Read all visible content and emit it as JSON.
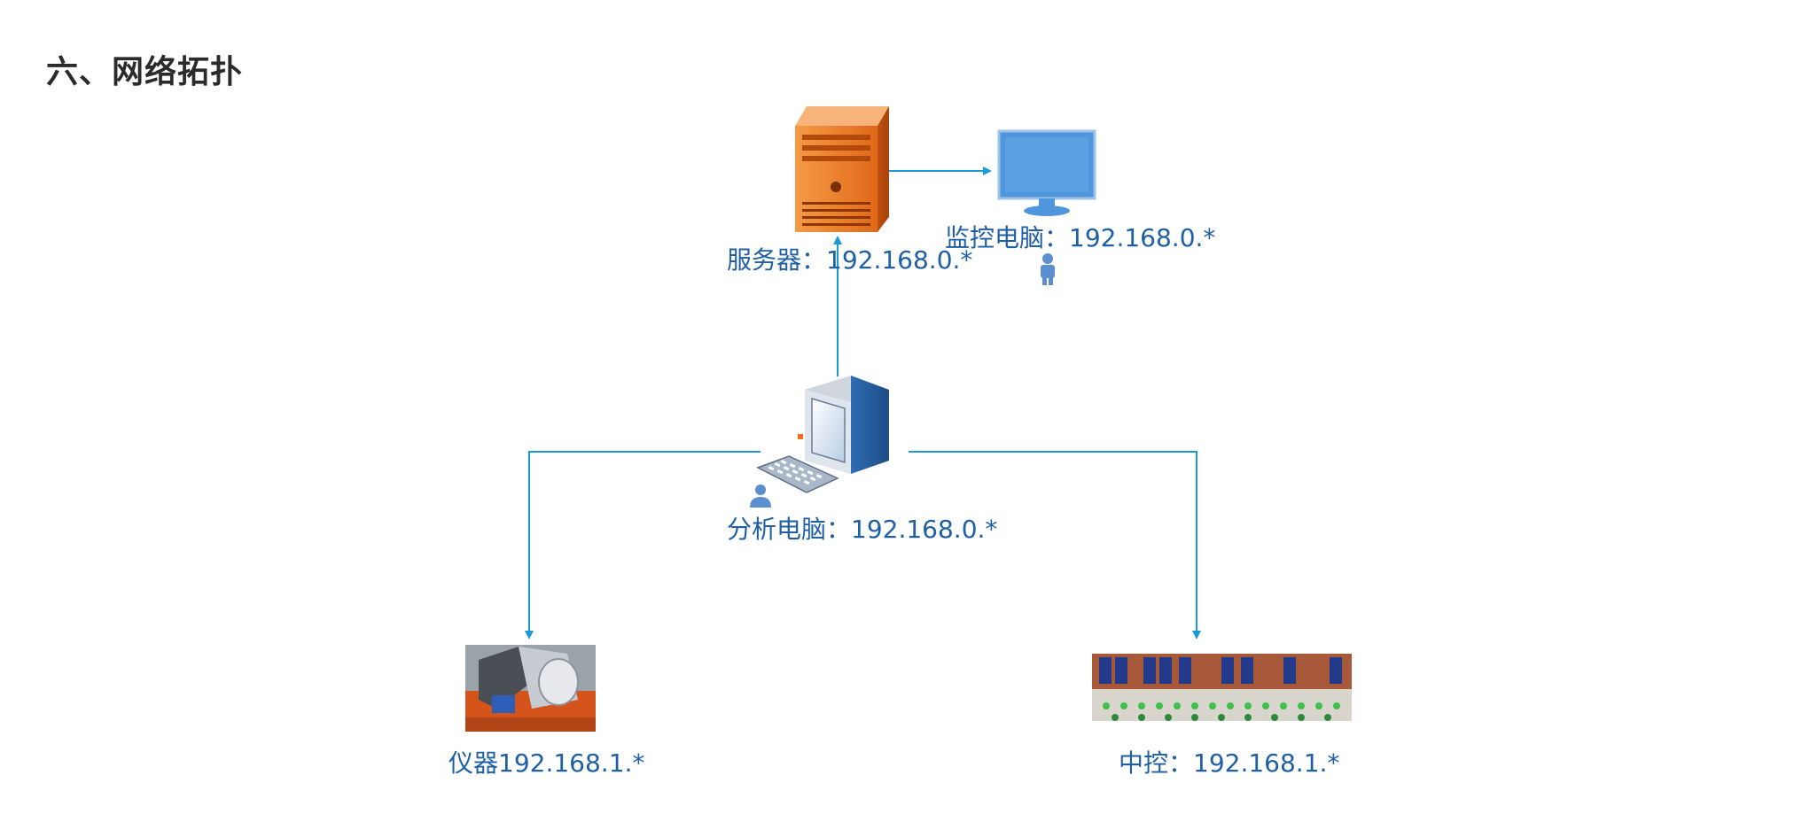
{
  "page": {
    "section_title": "六、网络拓扑"
  },
  "diagram": {
    "line_color": "#1a9ad9",
    "label_color": "#1f5fa3",
    "nodes": {
      "server": {
        "label": "服务器：192.168.0.*",
        "icon": "server-tower-icon",
        "color": "#e07020"
      },
      "monitor_pc": {
        "label": "监控电脑：192.168.0.*",
        "icon": "monitor-icon",
        "color": "#4f96dc"
      },
      "analysis_pc": {
        "label": "分析电脑：192.168.0.*",
        "icon": "desktop-computer-icon",
        "color": "#3a78c0"
      },
      "instrument": {
        "label": "仪器192.168.1.*",
        "icon": "instrument-photo"
      },
      "central_control": {
        "label": "中控：192.168.1.*",
        "icon": "control-panel-photo"
      }
    },
    "connections": [
      {
        "from": "analysis_pc",
        "to": "server"
      },
      {
        "from": "server",
        "to": "monitor_pc"
      },
      {
        "from": "analysis_pc",
        "to": "instrument"
      },
      {
        "from": "analysis_pc",
        "to": "central_control"
      }
    ]
  }
}
